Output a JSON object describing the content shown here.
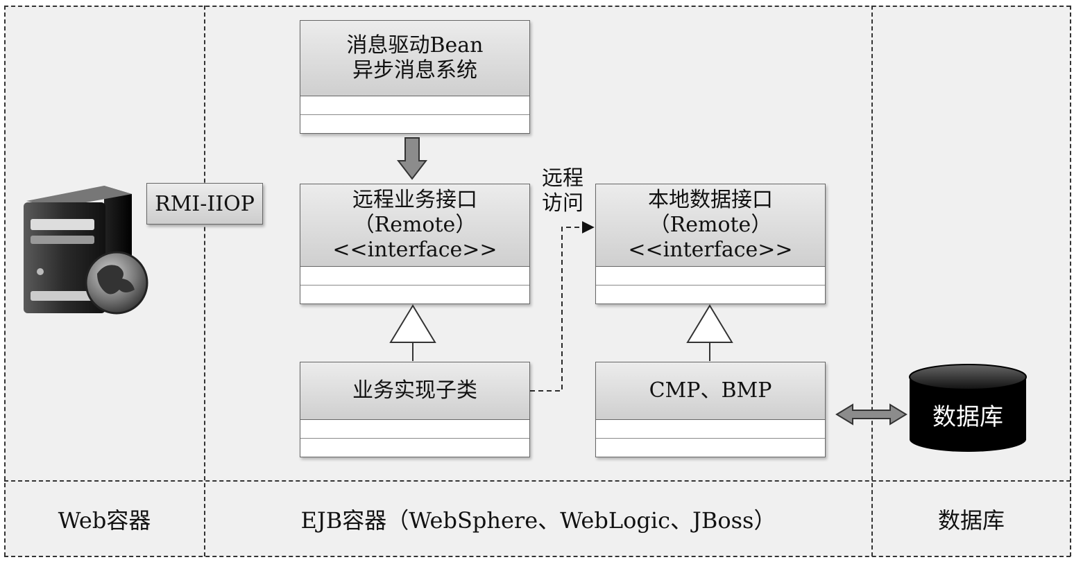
{
  "boxes": {
    "mdb": {
      "line1": "消息驱动Bean",
      "line2": "异步消息系统"
    },
    "remote_biz": {
      "line1": "远程业务接口",
      "line2": "（Remote）",
      "line3": "<<interface>>"
    },
    "local_data": {
      "line1": "本地数据接口",
      "line2": "（Remote）",
      "line3": "<<interface>>"
    },
    "impl": {
      "line1": "业务实现子类"
    },
    "cmp": {
      "line1": "CMP、BMP"
    }
  },
  "rmi_label": "RMI-IIOP",
  "remote_access": {
    "line1": "远程",
    "line2": "访问"
  },
  "database": "数据库",
  "captions": {
    "web": "Web容器",
    "ejb": "EJB容器（WebSphere、WebLogic、JBoss）",
    "db": "数据库"
  },
  "icons": {
    "server": "web-server-icon",
    "database": "database-cylinder-icon"
  },
  "colors": {
    "zone_bg": "#f0f0f0",
    "box_head": "#d8d8d8",
    "db_fill": "#000000",
    "arrow_fill": "#8c8c8c"
  }
}
